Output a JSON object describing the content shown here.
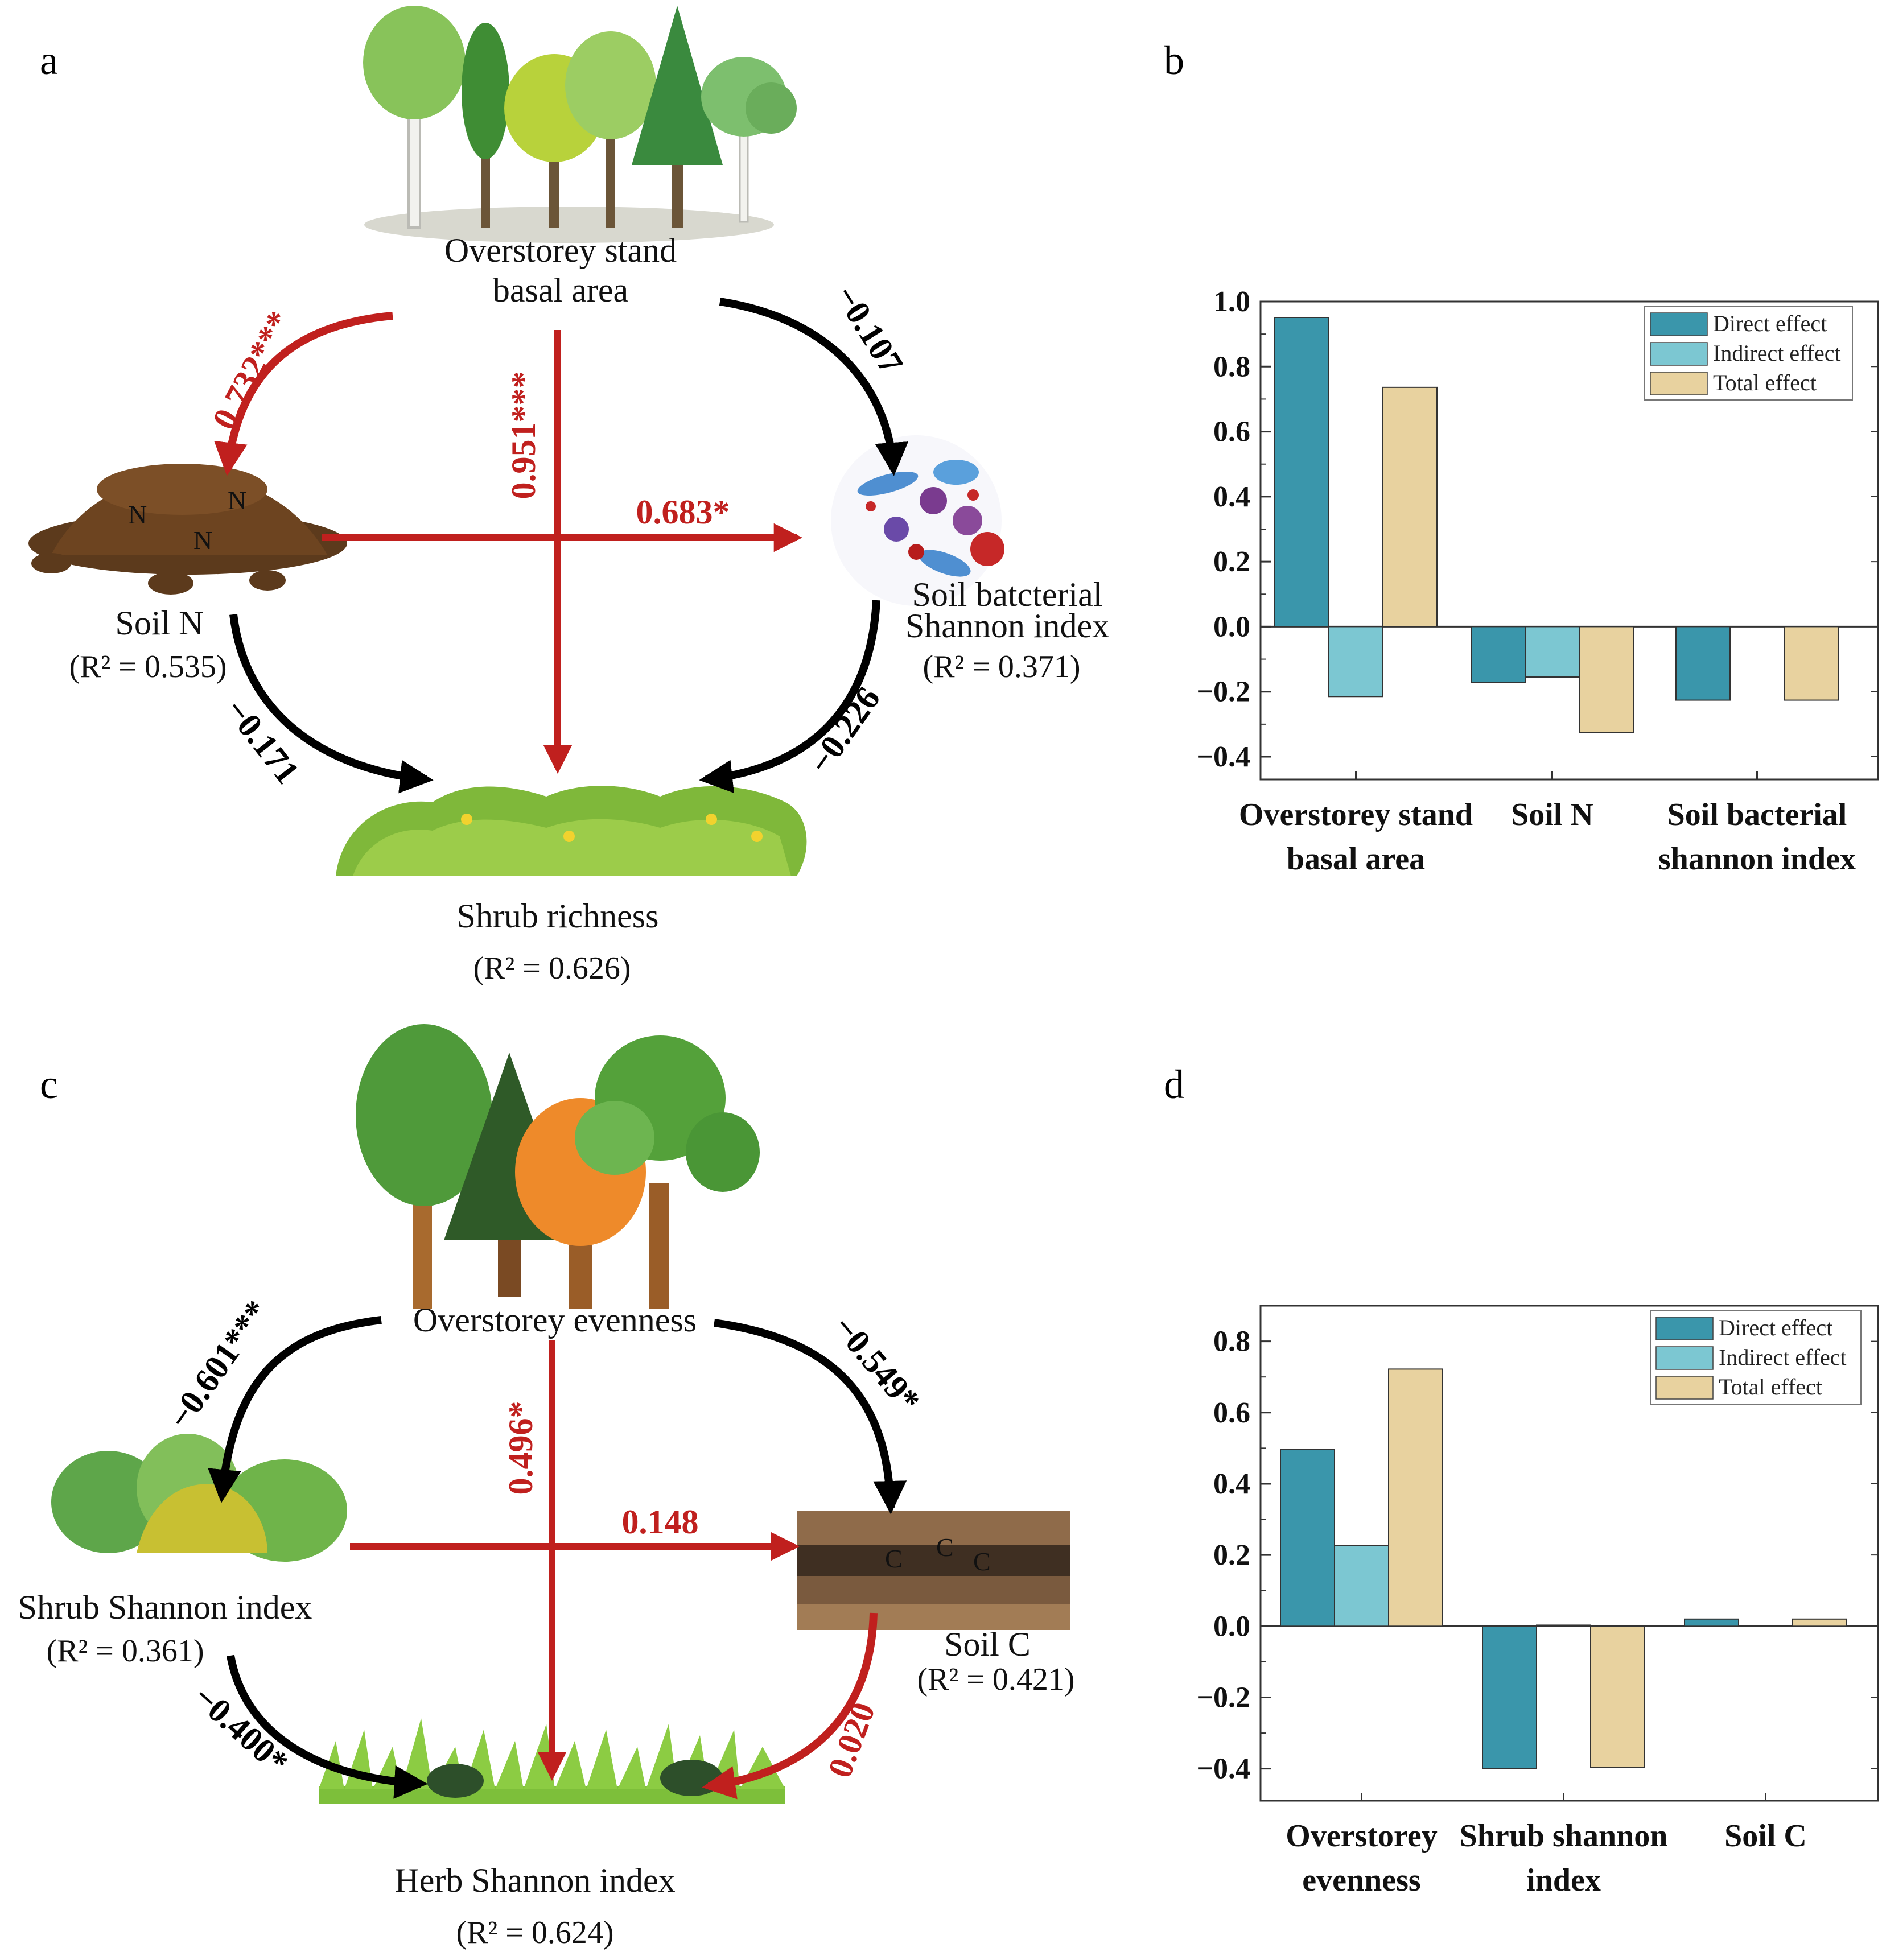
{
  "panels": {
    "a": {
      "label": "a",
      "top_node": "Overstorey stand",
      "top_node_2": "basal area",
      "left_node": "Soil N",
      "left_r2": "(R² = 0.535)",
      "right_node": "Soil batcterial",
      "right_node_2": "Shannon index",
      "right_r2": "(R² = 0.371)",
      "bottom_node": "Shrub richness",
      "bottom_r2": "(R² = 0.626)",
      "soil_letter": "N",
      "paths": {
        "top_left": "0.732***",
        "top_bottom": "0.951***",
        "top_right": "−0.107",
        "left_right": "0.683*",
        "left_bottom": "−0.171",
        "right_bottom": "−0.226"
      }
    },
    "c": {
      "label": "c",
      "top_node": "Overstorey evenness",
      "left_node": "Shrub Shannon index",
      "left_r2": "(R² = 0.361)",
      "right_node": "Soil C",
      "right_r2": "(R² = 0.421)",
      "bottom_node": "Herb Shannon index",
      "bottom_r2": "(R² = 0.624)",
      "soil_letter": "C",
      "paths": {
        "top_left": "−0.601***",
        "top_bottom": "0.496*",
        "top_right": "−0.549*",
        "left_right": "0.148",
        "left_bottom": "−0.400*",
        "right_bottom": "0.020"
      }
    },
    "b": {
      "label": "b"
    },
    "d": {
      "label": "d"
    }
  },
  "colors": {
    "positive_path": "#c0201e",
    "negative_path": "#000000",
    "direct": "#3a96ab",
    "indirect": "#7cc7d2",
    "total": "#e8d29f"
  },
  "chart_data": [
    {
      "panel": "b",
      "type": "bar",
      "categories": [
        "Overstorey stand basal area",
        "Soil N",
        "Soil bacterial shannon index"
      ],
      "series": [
        {
          "name": "Direct effect",
          "values": [
            0.951,
            -0.171,
            -0.226
          ]
        },
        {
          "name": "Indirect effect",
          "values": [
            -0.215,
            -0.155,
            0
          ]
        },
        {
          "name": "Total effect",
          "values": [
            0.736,
            -0.326,
            -0.226
          ]
        }
      ],
      "ylim": [
        -0.47,
        1.0
      ],
      "yticks": [
        "1.0",
        "0.8",
        "0.6",
        "0.4",
        "0.2",
        "0.0",
        "−0.2",
        "−0.4"
      ],
      "ytick_values": [
        1.0,
        0.8,
        0.6,
        0.4,
        0.2,
        0.0,
        -0.2,
        -0.4
      ],
      "category_labels": [
        [
          "Overstorey stand",
          "basal area"
        ],
        [
          "Soil N"
        ],
        [
          "Soil bacterial",
          "shannon index"
        ]
      ],
      "legend_position": "top-right"
    },
    {
      "panel": "d",
      "type": "bar",
      "categories": [
        "Overstorey evenness",
        "Shrub shannon index",
        "Soil C"
      ],
      "series": [
        {
          "name": "Direct effect",
          "values": [
            0.496,
            -0.4,
            0.02
          ]
        },
        {
          "name": "Indirect effect",
          "values": [
            0.226,
            0.003,
            0
          ]
        },
        {
          "name": "Total effect",
          "values": [
            0.722,
            -0.397,
            0.02
          ]
        }
      ],
      "ylim": [
        -0.49,
        0.9
      ],
      "yticks": [
        "0.8",
        "0.6",
        "0.4",
        "0.2",
        "0.0",
        "−0.2",
        "−0.4"
      ],
      "ytick_values": [
        0.8,
        0.6,
        0.4,
        0.2,
        0.0,
        -0.2,
        -0.4
      ],
      "category_labels": [
        [
          "Overstorey",
          "evenness"
        ],
        [
          "Shrub shannon",
          "index"
        ],
        [
          "Soil C"
        ]
      ],
      "legend_position": "top-right"
    }
  ]
}
